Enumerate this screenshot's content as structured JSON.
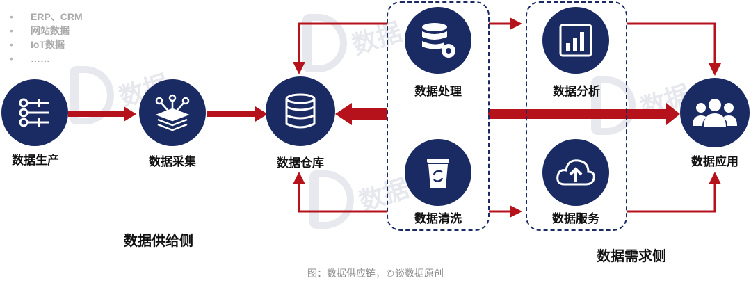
{
  "sources": [
    "ERP、CRM",
    "网站数据",
    "IoT数据",
    "……"
  ],
  "nodes": {
    "production": "数据生产",
    "collection": "数据采集",
    "warehouse": "数据仓库",
    "processing": "数据处理",
    "cleaning": "数据清洗",
    "analysis": "数据分析",
    "service": "数据服务",
    "application": "数据应用"
  },
  "sides": {
    "supply": "数据供给侧",
    "demand": "数据需求侧"
  },
  "caption": "图：数据供应链，©谈数据原创",
  "watermark": "数据",
  "colors": {
    "node": "#1a2a62",
    "arrow": "#b5121b"
  }
}
